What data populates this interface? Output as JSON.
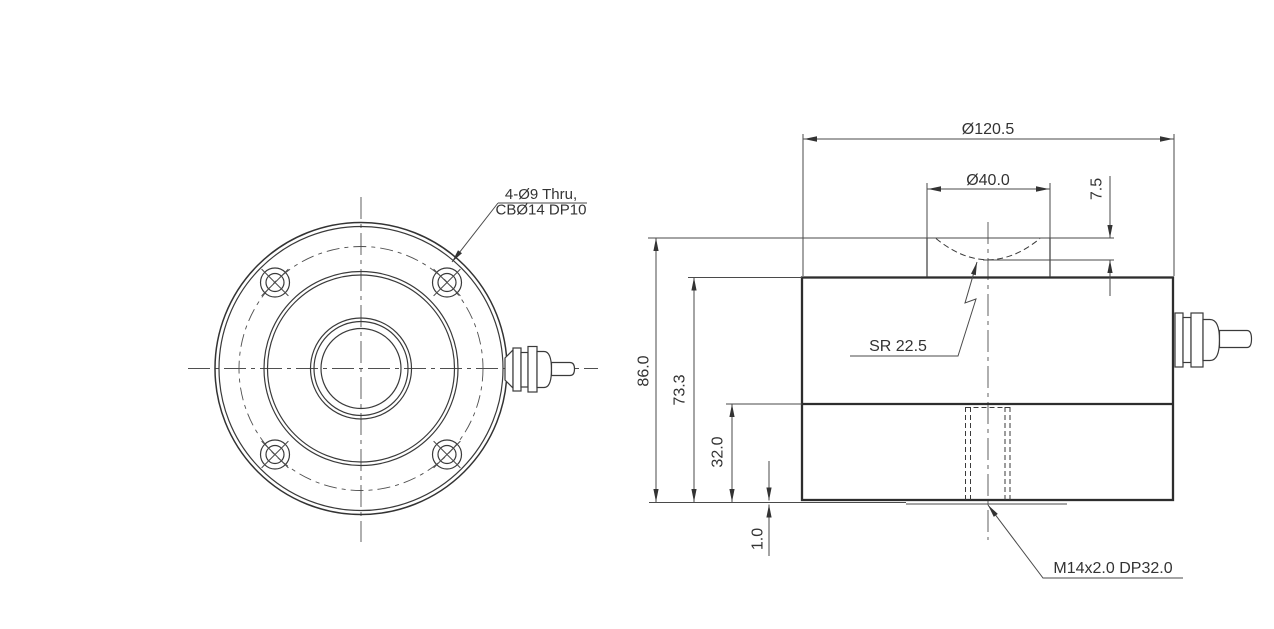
{
  "colors": {
    "background": "#ffffff",
    "line": "#3a3a3a",
    "text": "#333333"
  },
  "front_view": {
    "bolt_hole_callout": {
      "line1": "4-Ø9 Thru,",
      "line2": "CBØ14 DP10"
    }
  },
  "side_view": {
    "dims": {
      "overall_diameter": "Ø120.5",
      "button_diameter": "Ø40.0",
      "button_recess_depth": "7.5",
      "overall_height": "86.0",
      "body_height": "73.3",
      "lower_section_height": "32.0",
      "bottom_clearance": "1.0"
    },
    "callouts": {
      "spherical_radius": "SR 22.5",
      "thread": "M14x2.0 DP32.0"
    }
  }
}
